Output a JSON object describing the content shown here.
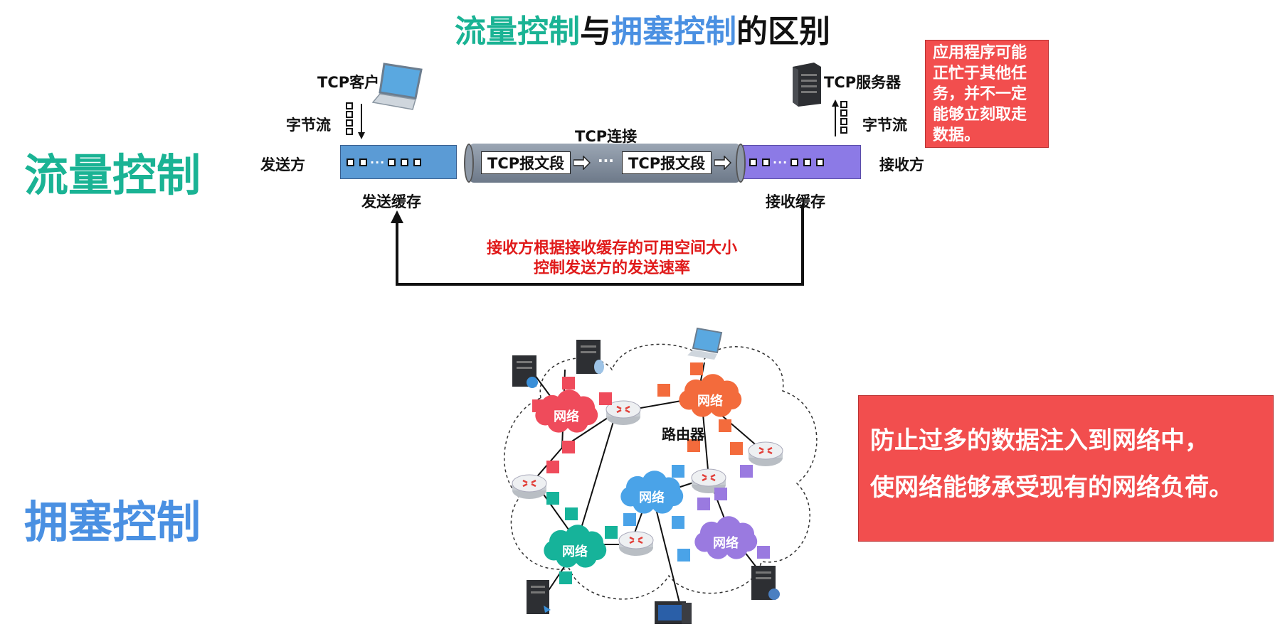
{
  "title": {
    "part1": "流量控制",
    "part2": "与",
    "part3": "拥塞控制",
    "part4": "的区别"
  },
  "flow_control": {
    "label": "流量控制",
    "tcp_client": "TCP客户",
    "tcp_server": "TCP服务器",
    "byte_stream_left": "字节流",
    "byte_stream_right": "字节流",
    "sender": "发送方",
    "receiver": "接收方",
    "send_buffer": "发送缓存",
    "recv_buffer": "接收缓存",
    "tcp_connection": "TCP连接",
    "segment_1": "TCP报文段",
    "segment_2": "TCP报文段",
    "ellipsis": "···",
    "feedback_line1": "接收方根据接收缓存的可用空间大小",
    "feedback_line2": "控制发送方的发送速率",
    "app_busy_note": "应用程序可能正忙于其他任务，并不一定能够立刻取走数据。"
  },
  "congestion_control": {
    "label": "拥塞控制",
    "network_label": "网络",
    "router_label": "路由器",
    "description_line1": "防止过多的数据注入到网络中，",
    "description_line2": "使网络能够承受现有的网络负荷。"
  },
  "colors": {
    "flow_green": "#1ab394",
    "congestion_blue": "#4a90e2",
    "send_buffer": "#5b9bd5",
    "recv_buffer": "#8c7ae6",
    "note_red": "#f24e4e",
    "cloud_red": "#ef4b5b",
    "cloud_orange": "#f36b3c",
    "cloud_blue": "#4aa3e8",
    "cloud_teal": "#16b39a",
    "cloud_purple": "#9a7ae0"
  },
  "icons": [
    "laptop-icon",
    "server-icon",
    "router-icon",
    "cloud-icon",
    "desktop-icon"
  ]
}
